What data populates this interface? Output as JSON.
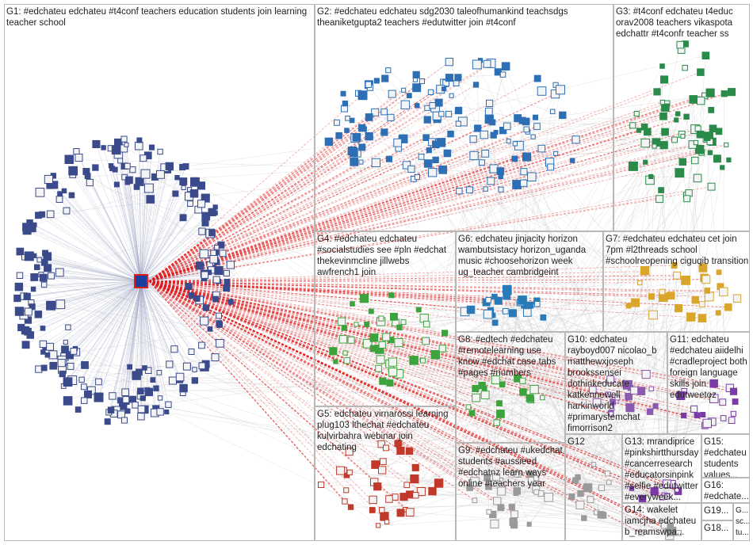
{
  "groups": [
    {
      "id": "g1",
      "text": "G1: #edchateu edchateu #t4conf teachers education students join learning teacher school"
    },
    {
      "id": "g2",
      "text": "G2: #edchateu edchateu sdg2030 taleofhumankind teachsdgs theaniketgupta2 teachers #edutwitter join #t4conf"
    },
    {
      "id": "g3",
      "text": "G3: #t4conf edchateu t4educ orav2008 teachers vikaspota edchattr #t4confr teacher ss"
    },
    {
      "id": "g4",
      "text": "G4: #edchateu edchateu #socialstudies see #pln #edchat thekevinmcline jillwebs awfrench1 join"
    },
    {
      "id": "g6",
      "text": "G6: edchateu jinjacity horizon wambutsistacy horizon_uganda music #choosehorizon week ug_teacher cambridgeint"
    },
    {
      "id": "g7",
      "text": "G7: #edchateu edchateu cet join 7pm #l2threads school #schoolreopening ciguqib transition"
    },
    {
      "id": "g8",
      "text": "G8: #edtech #edchateu #remotelearning use know #edchat case tabs #pages #numbers"
    },
    {
      "id": "g10",
      "text": "G10: edchateu rayboyd007 nicolao_b matthewxjoseph brookssensei dothinkeducate katkennewell harkinworld #primarystemchat fimorrison2"
    },
    {
      "id": "g11",
      "text": "G11: edchateu #edchateu aiidelhi #cradleproject both foreign language skills join edutweetoz"
    },
    {
      "id": "g5",
      "text": "G5: edchateu virnarossi learning plug103 lthechat #edchateu kulvirbahra webinar join edchating"
    },
    {
      "id": "g9",
      "text": "G9: #edchateu #ukedchat students #aussieed #edchatnz learn ways online #teachers year"
    },
    {
      "id": "g12",
      "text": "G12"
    },
    {
      "id": "g13",
      "text": "G13: mrandiprice #pinkshirtthursday #cancerresearch #educatorsinpink #selfie #edutwitter #everyweek..."
    },
    {
      "id": "g15",
      "text": "G15: #edchateu students values..."
    },
    {
      "id": "g16",
      "text": "G16: #edchate..."
    },
    {
      "id": "g14",
      "text": "G14: wakelet iamcjha edchateu b_reamswpa..."
    },
    {
      "id": "g19",
      "text": "G19..."
    },
    {
      "id": "g18",
      "text": "G18..."
    },
    {
      "id": "gx",
      "text": "G... sc... tu..."
    }
  ],
  "colors": {
    "hub_edges": "#e21b1b",
    "light_edges": "#c8c8c8",
    "box_border": "#b8b8b8",
    "g1_nodes": "#3a4a8a",
    "g2_nodes": "#2d6fb5",
    "g3_nodes": "#2a8a4a",
    "g4_nodes": "#3da33d",
    "g6_nodes": "#2a7ab8",
    "g7_nodes": "#d9a52a",
    "g5_nodes": "#c0392b",
    "g9_nodes": "#9a9a9a",
    "g10_nodes": "#8a5ab0",
    "g11_nodes": "#7a3aa8"
  }
}
